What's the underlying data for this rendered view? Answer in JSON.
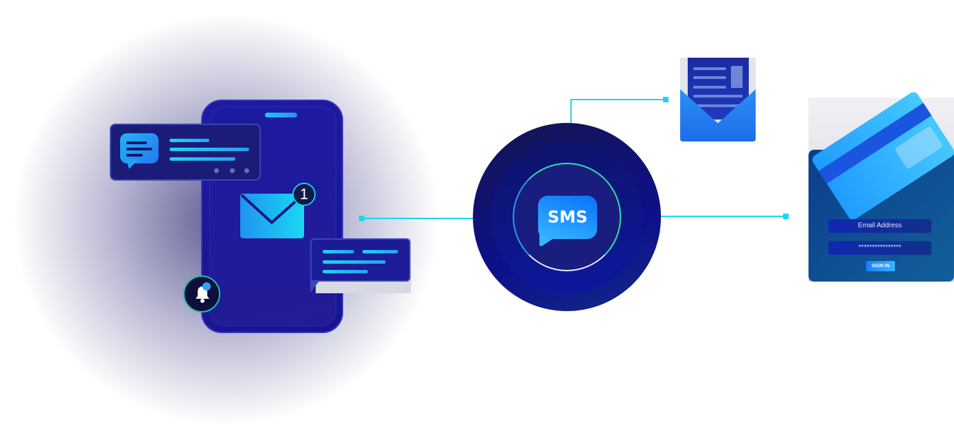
{
  "notification_badge": "1",
  "center_label": "SMS",
  "login": {
    "email_placeholder": "Email Address",
    "password_value": "****************",
    "sign_in_label": "SIGN IN"
  },
  "colors": {
    "accent": "#1ad6f0",
    "navy": "#0e0f8a",
    "blue": "#1f94f0"
  }
}
